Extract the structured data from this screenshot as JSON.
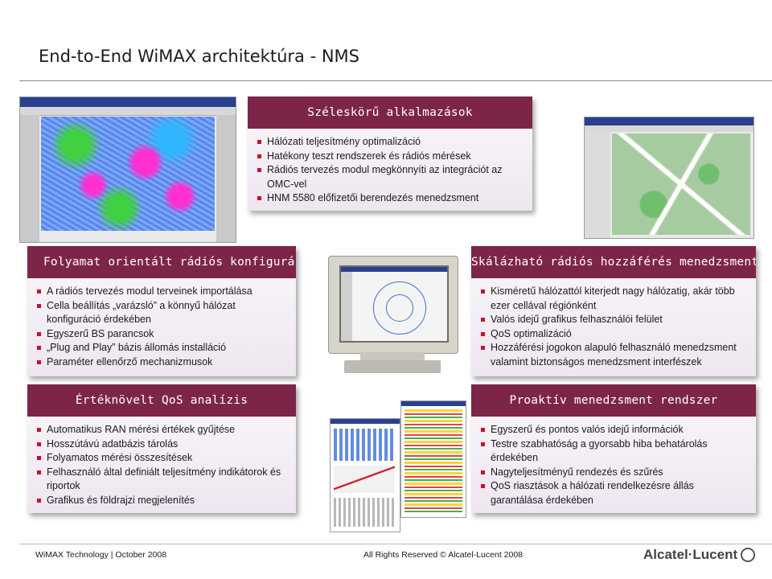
{
  "header": {
    "title": "End-to-End WiMAX architektúra - NMS"
  },
  "panel_applications": {
    "title": "Széleskörű alkalmazások",
    "items": [
      "Hálózati teljesítmény optimalizáció",
      "Hatékony teszt rendszerek és rádiós mérések",
      "Rádiós tervezés modul megkönnyíti az integrációt az OMC-vel",
      "HNM 5580 előfizetői berendezés menedzsment"
    ]
  },
  "panel_config": {
    "title": "Folyamat orientált rádiós konfiguráció",
    "items": [
      "A rádiós tervezés modul terveinek importálása",
      "Cella beállítás „varázsló” a könnyű hálózat konfiguráció érdekében",
      "Egyszerű BS parancsok",
      "„Plug and Play” bázis állomás installáció",
      "Paraméter ellenőrző mechanizmusok"
    ]
  },
  "panel_access": {
    "title": "Skálázható rádiós hozzáférés menedzsment",
    "items": [
      "Kisméretű hálózattól kiterjedt nagy hálózatig, akár több ezer cellával régiónként",
      "Valós idejű grafikus felhasználói felület",
      "QoS optimalizáció",
      "Hozzáférési jogokon alapuló felhasználó menedzsment valamint biztonságos menedzsment interfészek"
    ]
  },
  "panel_qos": {
    "title": "Értéknövelt QoS analízis",
    "items": [
      "Automatikus RAN mérési értékek gyűjtése",
      "Hosszútávú adatbázis tárolás",
      "Folyamatos mérési összesítések",
      "Felhasználó által definiált teljesítmény indikátorok és riportok",
      "Grafikus és földrajzi megjelenítés"
    ]
  },
  "panel_proactive": {
    "title": "Proaktív menedzsment rendszer",
    "items": [
      "Egyszerű és pontos valós idejű információk",
      "Testre szabhatóság a gyorsabb hiba behatárolás érdekében",
      "Nagyteljesítményű rendezés és szűrés",
      "QoS riasztások a hálózati rendelkezésre állás garantálása érdekében"
    ]
  },
  "footer": {
    "left": "WiMAX Technology | October 2008",
    "middle": "All Rights Reserved © Alcatel-Lucent 2008",
    "logo": "Alcatel·Lucent"
  },
  "colors": {
    "panel_header": "#7d2548",
    "bullet": "#c8102e"
  },
  "images": [
    "coverage-heatmap-screenshot",
    "city-map-screenshot",
    "crt-monitor-nms",
    "qos-report-screenshot",
    "alarm-list-screenshot"
  ]
}
